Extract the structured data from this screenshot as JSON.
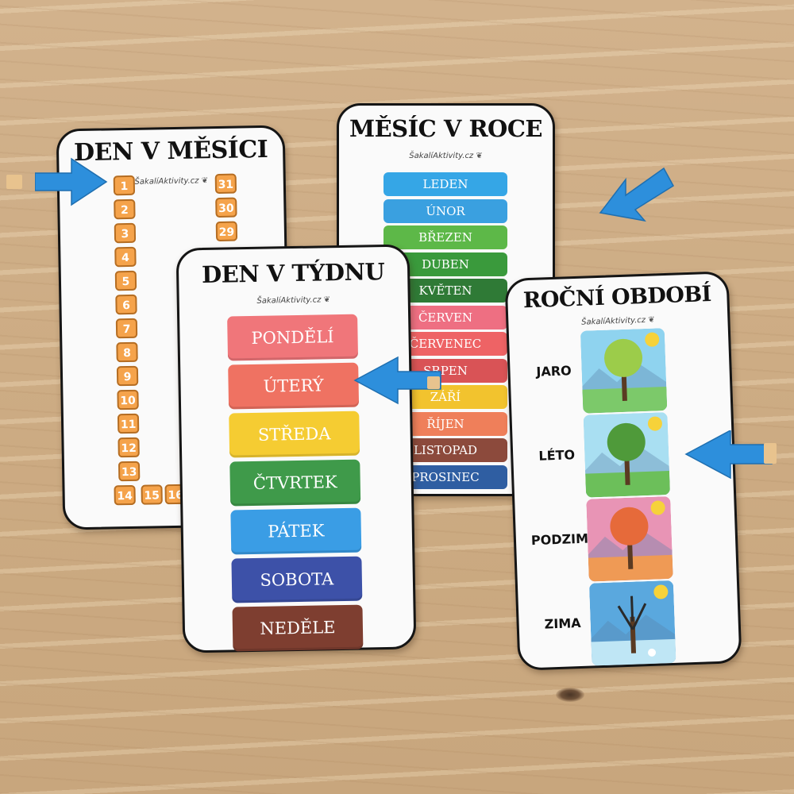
{
  "cards": {
    "month_day": {
      "title": "DEN V MĚSÍCI",
      "brand": "ŠakalíAktivity.cz",
      "left_numbers": [
        "1",
        "2",
        "3",
        "4",
        "5",
        "6",
        "7",
        "8",
        "9",
        "10",
        "11",
        "12",
        "13",
        "14"
      ],
      "right_numbers": [
        "31",
        "30",
        "29"
      ],
      "bottom_numbers": [
        "15",
        "16"
      ]
    },
    "month": {
      "title": "MĚSÍC V ROCE",
      "brand": "ŠakalíAktivity.cz",
      "months": [
        {
          "label": "LEDEN",
          "color": "#35a6e6"
        },
        {
          "label": "ÚNOR",
          "color": "#3aa0e0"
        },
        {
          "label": "BŘEZEN",
          "color": "#5db848"
        },
        {
          "label": "DUBEN",
          "color": "#3a9a3c"
        },
        {
          "label": "KVĚTEN",
          "color": "#2f7a36"
        },
        {
          "label": "ČERVEN",
          "color": "#ee6f82"
        },
        {
          "label": "ČERVENEC",
          "color": "#ee6365"
        },
        {
          "label": "SRPEN",
          "color": "#d95356"
        },
        {
          "label": "ZÁŘÍ",
          "color": "#f2c32e"
        },
        {
          "label": "ŘÍJEN",
          "color": "#ef7f5a"
        },
        {
          "label": "LISTOPAD",
          "color": "#8c4a3c"
        },
        {
          "label": "PROSINEC",
          "color": "#2f5ea2"
        }
      ]
    },
    "week": {
      "title": "DEN V TÝDNU",
      "brand": "ŠakalíAktivity.cz",
      "days": [
        {
          "label": "PONDĚLÍ",
          "color": "#f0767a"
        },
        {
          "label": "ÚTERÝ",
          "color": "#ef7262"
        },
        {
          "label": "STŘEDA",
          "color": "#f5cc32"
        },
        {
          "label": "ČTVRTEK",
          "color": "#3f9a4a"
        },
        {
          "label": "PÁTEK",
          "color": "#3a9de5"
        },
        {
          "label": "SOBOTA",
          "color": "#3d51a8"
        },
        {
          "label": "NEDĚLE",
          "color": "#7e3e30"
        }
      ]
    },
    "season": {
      "title": "ROČNÍ OBDOBÍ",
      "brand": "ŠakalíAktivity.cz",
      "seasons": [
        {
          "label": "JARO",
          "sky": "#8fd3ef",
          "ground": "#7cc96a"
        },
        {
          "label": "LÉTO",
          "sky": "#a9dff2",
          "ground": "#6cbf5a"
        },
        {
          "label": "PODZIM",
          "sky": "#e894b5",
          "ground": "#ef9a55"
        },
        {
          "label": "ZIMA",
          "sky": "#5aa8de",
          "ground": "#bfe6f5"
        }
      ]
    }
  },
  "colors": {
    "arrow": "#2d8fdc",
    "number_tile": "#f5a34b"
  }
}
